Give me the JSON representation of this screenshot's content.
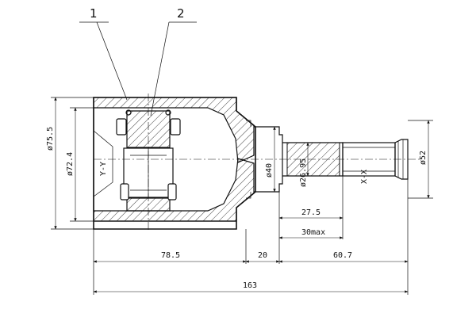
{
  "callouts": {
    "c1": "1",
    "c2": "2"
  },
  "diameters": {
    "d1": "ø75.5",
    "d2": "ø72.4",
    "d3": "ø40",
    "d4": "ø26.95",
    "d5": "ø52"
  },
  "axes": {
    "yy": "Y-Y",
    "xx": "X-X"
  },
  "lengths": {
    "l1": "27.5",
    "l2": "30max",
    "l3": "78.5",
    "l4": "20",
    "l5": "60.7",
    "l6": "163"
  }
}
